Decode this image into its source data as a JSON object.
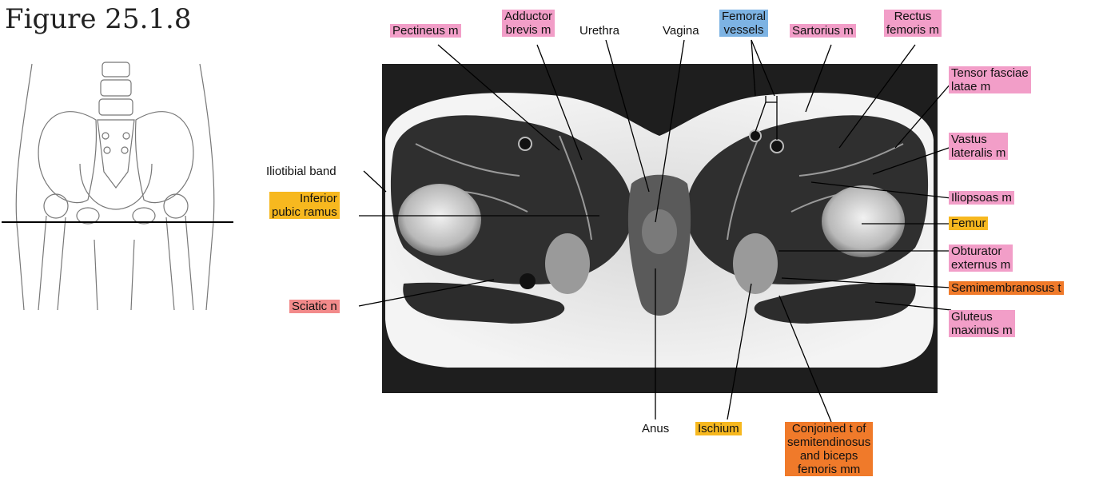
{
  "figure": {
    "title": "Figure 25.1.8"
  },
  "labels": {
    "pectineus": "Pectineus m",
    "adductor_brevis": [
      "Adductor",
      "brevis m"
    ],
    "urethra": "Urethra",
    "vagina": "Vagina",
    "femoral_vessels": [
      "Femoral",
      "vessels"
    ],
    "sartorius": "Sartorius m",
    "rectus_femoris": [
      "Rectus",
      "femoris m"
    ],
    "tensor_fasciae_latae": [
      "Tensor fasciae",
      "latae m"
    ],
    "vastus_lateralis": [
      "Vastus",
      "lateralis m"
    ],
    "iliotibial_band": "Iliotibial band",
    "inferior_pubic_ramus": [
      "Inferior",
      "pubic ramus"
    ],
    "iliopsoas": "Iliopsoas m",
    "femur": "Femur",
    "obturator_externus": [
      "Obturator",
      "externus m"
    ],
    "semimembranosus": "Semimembranosus t",
    "sciatic": "Sciatic n",
    "gluteus_maximus": [
      "Gluteus",
      "maximus m"
    ],
    "anus": "Anus",
    "ischium": "Ischium",
    "conjoined": [
      "Conjoined t of",
      "semitendinosus",
      "and biceps",
      "femoris mm"
    ]
  },
  "colors": {
    "muscle": "#f29ec8",
    "bone": "#f7b81f",
    "vessel": "#7db3e3",
    "tendon": "#f07a2a",
    "nerve": "#f28a8a"
  }
}
